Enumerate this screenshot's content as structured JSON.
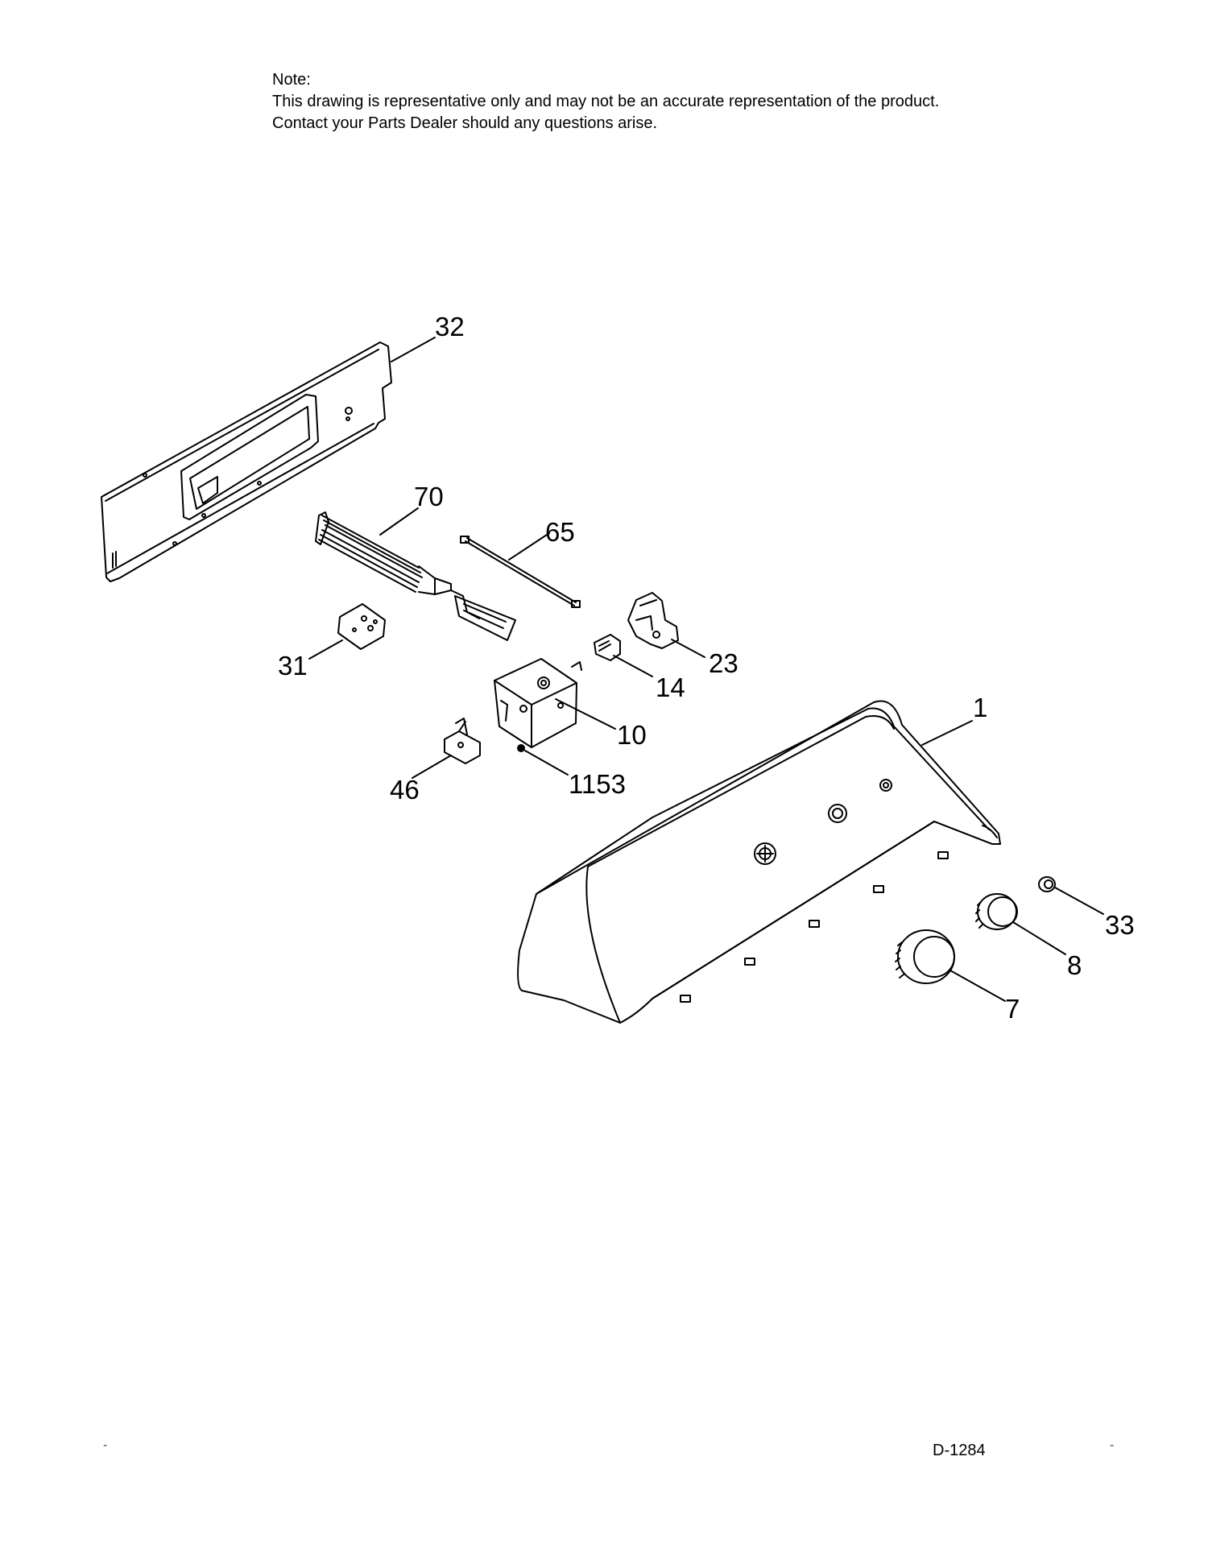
{
  "note": {
    "heading": "Note:",
    "line1": "This drawing is representative only and may not be an accurate representation of the product.",
    "line2": "Contact your Parts Dealer should any questions arise."
  },
  "parts": {
    "p32": "32",
    "p70": "70",
    "p65": "65",
    "p23": "23",
    "p31": "31",
    "p14": "14",
    "p10": "10",
    "p1": "1",
    "p46": "46",
    "p1153": "1153",
    "p33": "33",
    "p8": "8",
    "p7": "7"
  },
  "footer": {
    "code": "D-1284",
    "left_mark": "-",
    "right_mark": "-"
  }
}
